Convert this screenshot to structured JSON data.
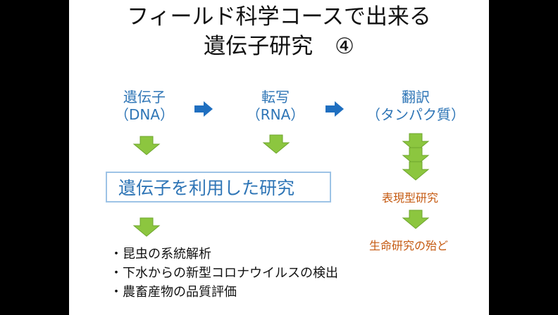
{
  "slide": {
    "title_line1": "フィールド科学コースで出来る",
    "title_line2": "遺伝子研究　④",
    "flow": [
      {
        "name": "遺伝子",
        "sub": "（DNA）"
      },
      {
        "name": "転写",
        "sub": "（RNA）"
      },
      {
        "name": "翻訳",
        "sub": "（タンパク質）"
      }
    ],
    "box_label": "遺伝子を利用した研究",
    "phenotype_label": "表現型研究",
    "life_label": "生命研究の殆ど",
    "bullets": [
      "・昆虫の系統解析",
      "・下水からの新型コロナウイルスの検出",
      "・農畜産物の品質評価"
    ]
  },
  "colors": {
    "arrow_blue": "#1f6fc0",
    "arrow_green": "#8cc63f",
    "text_blue": "#2e75b6",
    "text_orange": "#c55a11"
  }
}
